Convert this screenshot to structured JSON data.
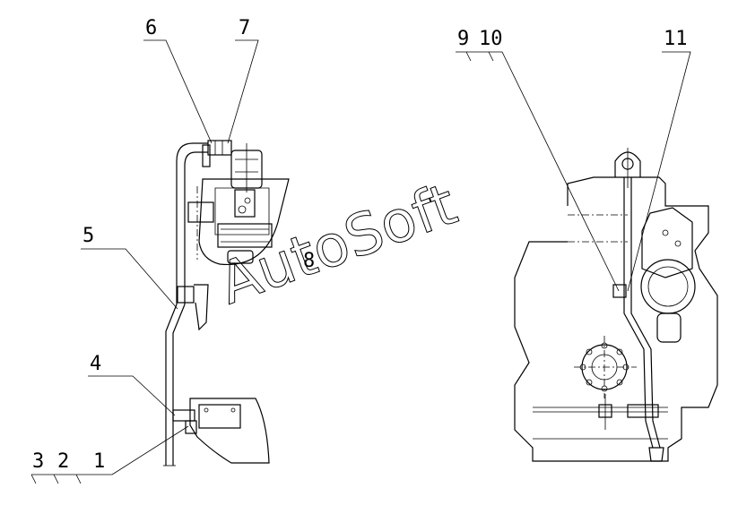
{
  "callouts": {
    "c1": "1",
    "c2": "2",
    "c3": "3",
    "c4": "4",
    "c5": "5",
    "c6": "6",
    "c7": "7",
    "c8": "8",
    "c9": "9",
    "c10": "10",
    "c11": "11"
  },
  "watermark": "AutoSoft",
  "colors": {
    "line": "#000000",
    "background": "#ffffff"
  }
}
